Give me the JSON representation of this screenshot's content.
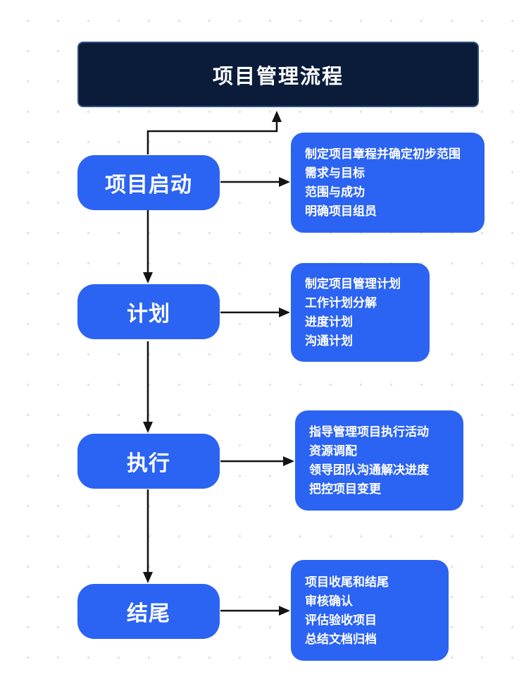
{
  "palette": {
    "navy": "#0a1c3a",
    "navy_border": "#2f4f85",
    "blue": "#2b63f3",
    "arrow": "#141414",
    "background_dot": "#d9e2ec"
  },
  "title": {
    "label": "项目管理流程"
  },
  "stages": [
    {
      "label": "项目启动",
      "details": [
        "制定项目章程并确定初步范围",
        "需求与目标",
        "范围与成功",
        "明确项目组员"
      ]
    },
    {
      "label": "计划",
      "details": [
        "制定项目管理计划",
        "工作计划分解",
        "进度计划",
        "沟通计划"
      ]
    },
    {
      "label": "执行",
      "details": [
        "指导管理项目执行活动",
        "资源调配",
        "领导团队沟通解决进度",
        "把控项目变更"
      ]
    },
    {
      "label": "结尾",
      "details": [
        "项目收尾和结尾",
        "审核确认",
        "评估验收项目",
        "总结文档归档"
      ]
    }
  ]
}
